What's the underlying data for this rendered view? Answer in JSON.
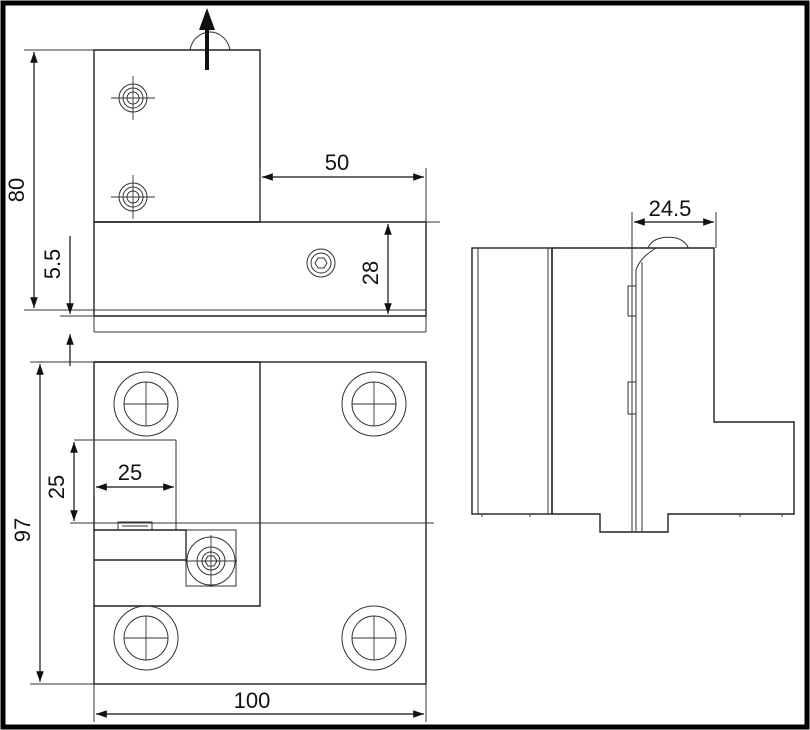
{
  "dimensions": {
    "top_height": "80",
    "top_offset": "5.5",
    "top_arm_length": "50",
    "top_arm_height": "28",
    "side_depth": "24.5",
    "bottom_height": "97",
    "bottom_inset_depth": "25",
    "bottom_inset_height": "25",
    "bottom_width": "100"
  },
  "colors": {
    "line": "#222222",
    "frame": "#000000",
    "background": "#ffffff"
  },
  "icons": [
    "direction-arrow-icon",
    "screw-hole-icon"
  ]
}
